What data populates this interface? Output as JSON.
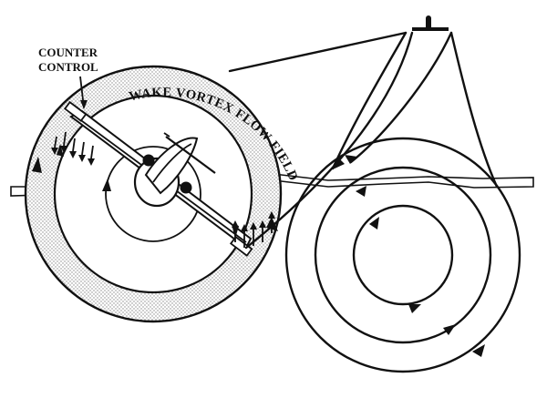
{
  "labels": {
    "counter_control_line1": "COUNTER",
    "counter_control_line2": "CONTROL",
    "wake_vortex": "WAKE VORTEX FLOW FIELD"
  },
  "colors": {
    "ink": "#111111",
    "stipple": "#cfcfcf",
    "background": "#ffffff"
  }
}
